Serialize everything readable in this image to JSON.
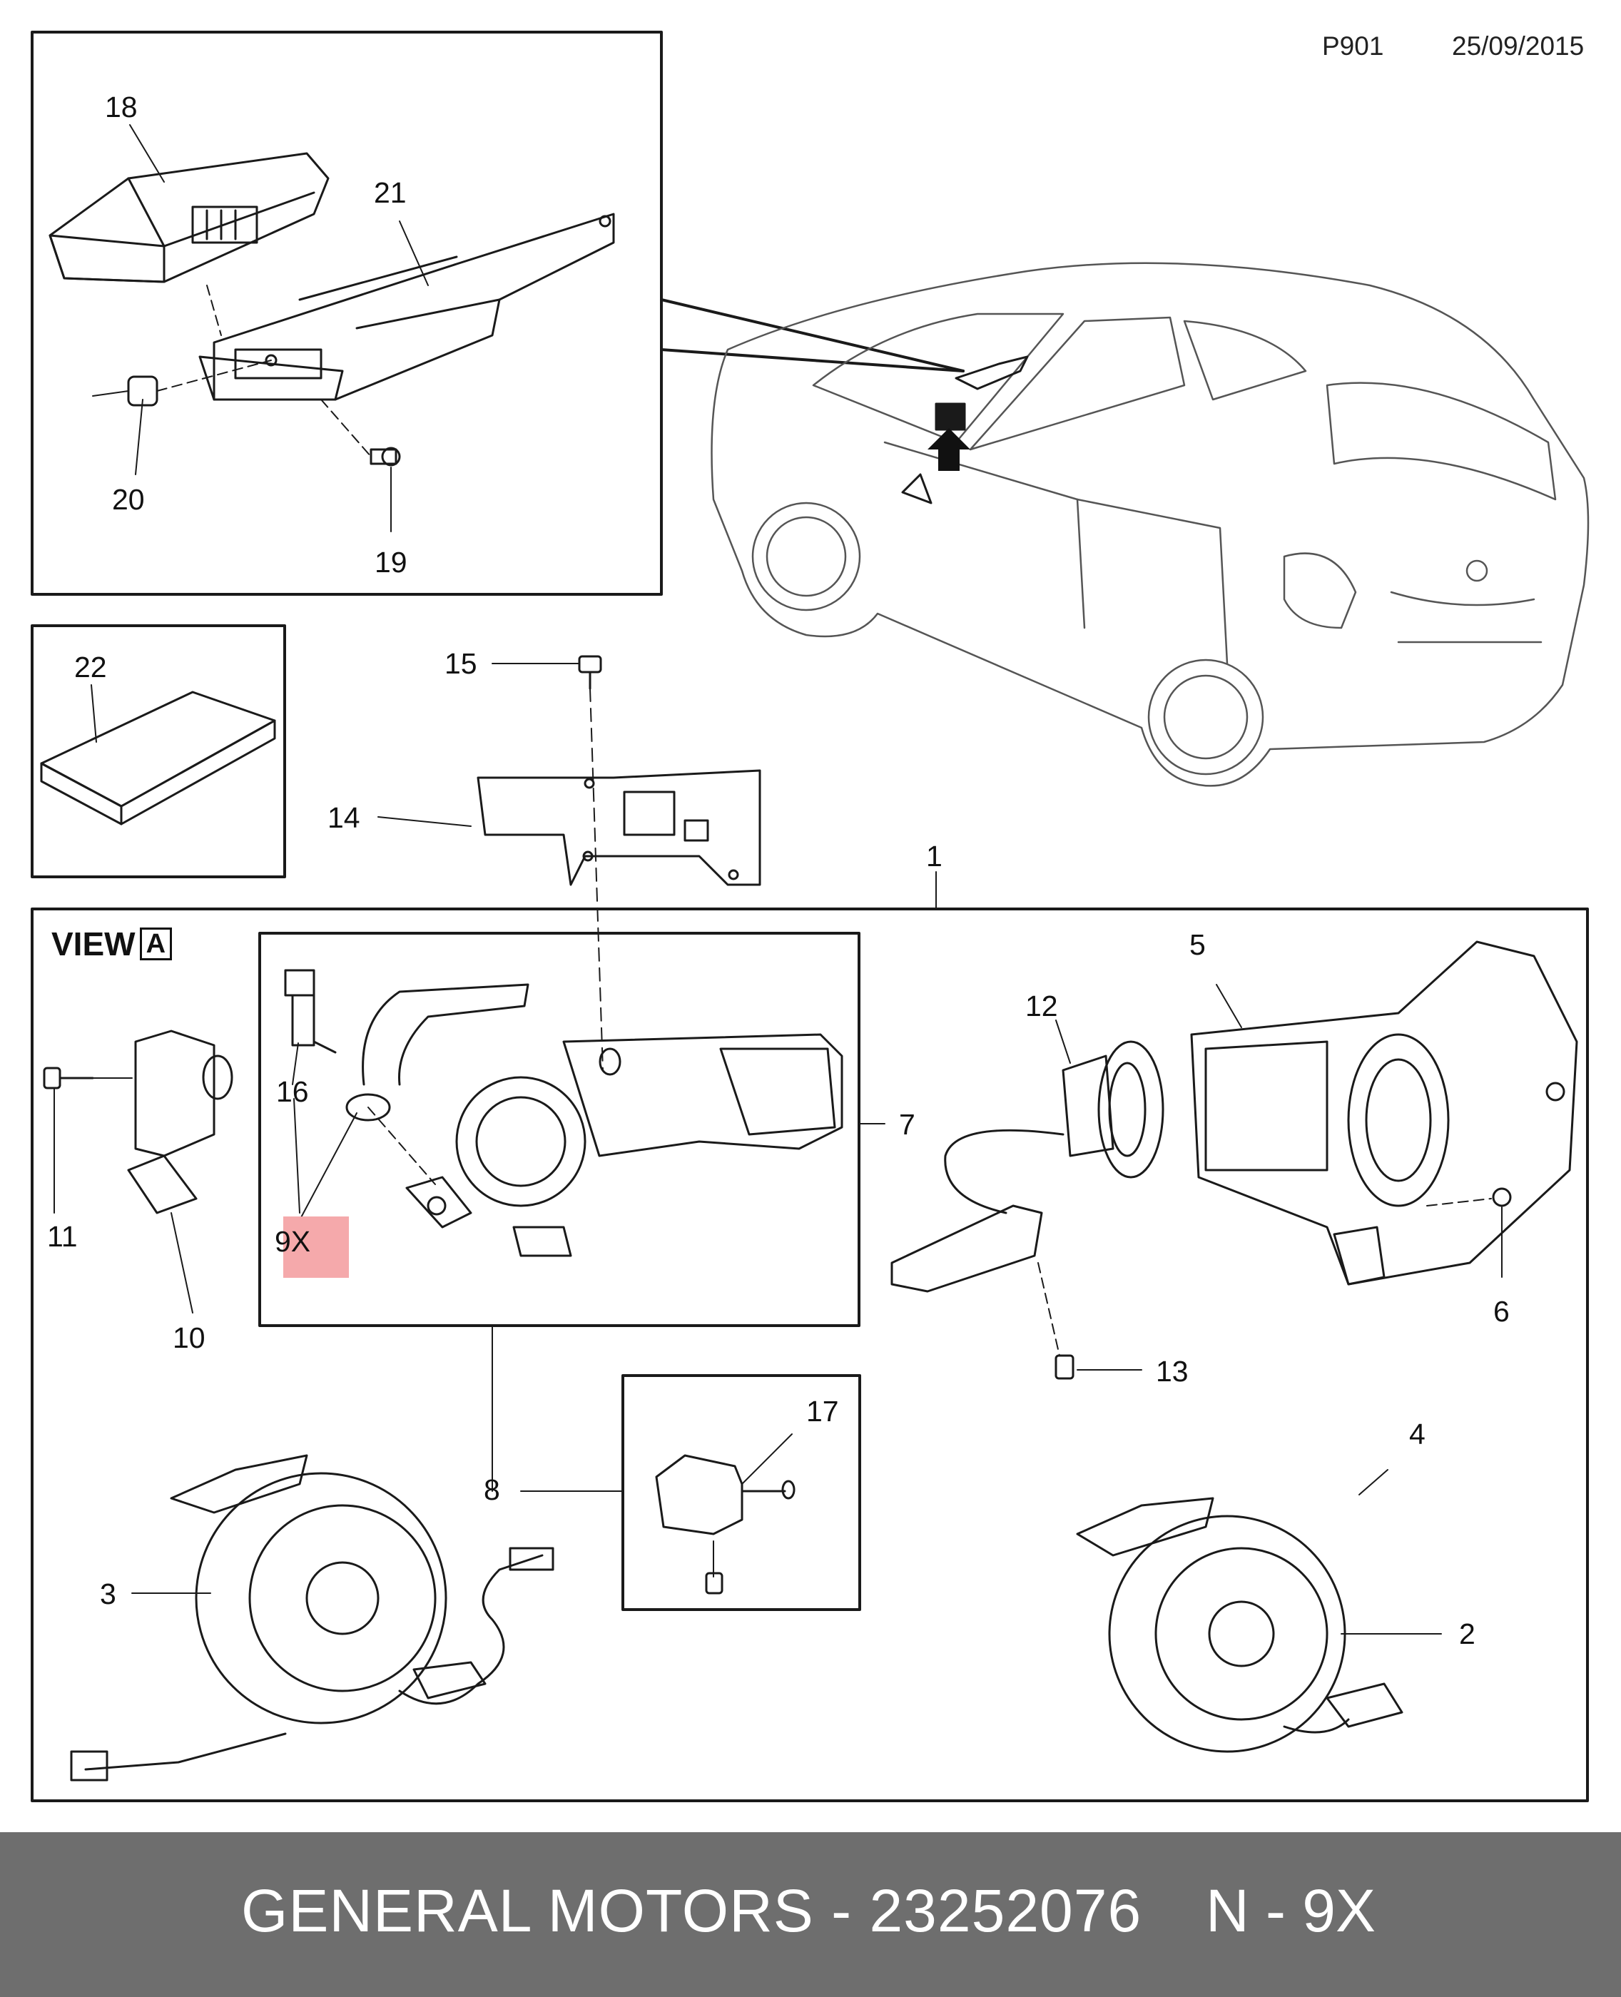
{
  "header": {
    "page_code": "P901",
    "date": "25/09/2015"
  },
  "view_label": {
    "text": "VIEW",
    "marker": "A"
  },
  "callouts": {
    "c1": "1",
    "c2": "2",
    "c3": "3",
    "c4": "4",
    "c5": "5",
    "c6": "6",
    "c7": "7",
    "c8": "8",
    "c9x": "9X",
    "c10": "10",
    "c11": "11",
    "c12": "12",
    "c13": "13",
    "c14": "14",
    "c15": "15",
    "c16": "16",
    "c17": "17",
    "c18": "18",
    "c19": "19",
    "c20": "20",
    "c21": "21",
    "c22": "22"
  },
  "highlight": {
    "color": "#f5a9ab",
    "part": "9X"
  },
  "footer": {
    "brand_part": "GENERAL MOTORS - 23252076",
    "code": "N - 9X",
    "background": "#6e6e6e"
  }
}
